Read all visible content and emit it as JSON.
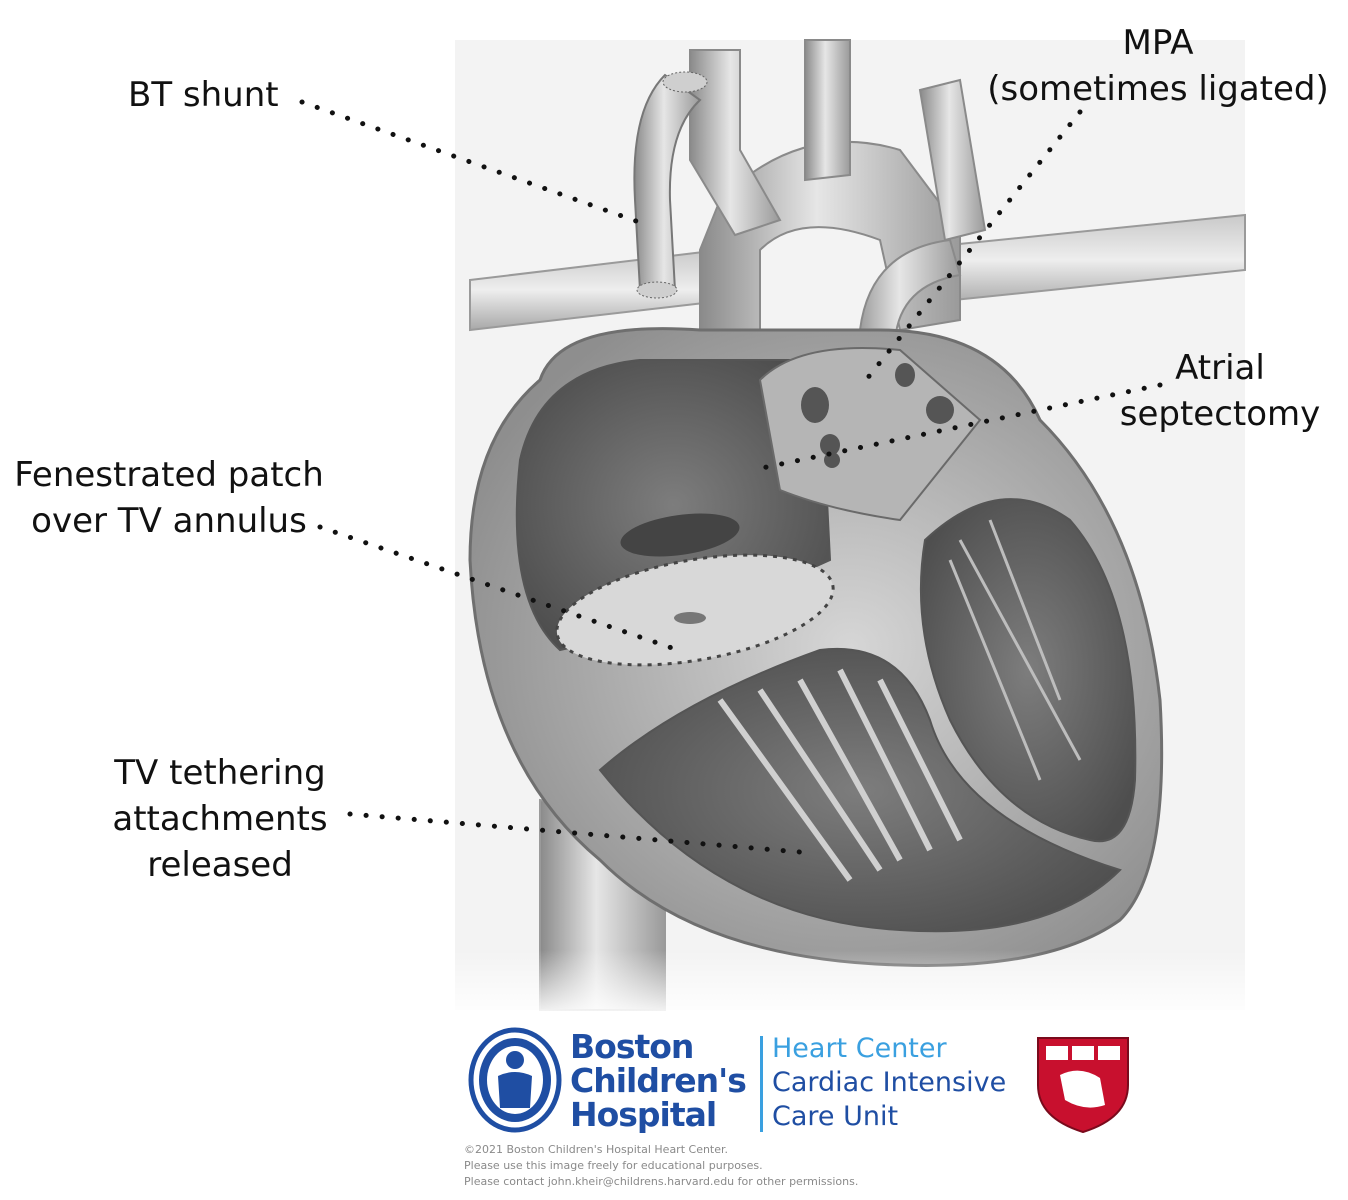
{
  "labels": {
    "bt_shunt": "BT shunt",
    "mpa_line1": "MPA",
    "mpa_line2": "(sometimes ligated)",
    "atrial_line1": "Atrial",
    "atrial_line2": "septectomy",
    "fenestrated_line1": "Fenestrated patch",
    "fenestrated_line2": "over TV annulus",
    "tv_line1": "TV tethering",
    "tv_line2": "attachments",
    "tv_line3": "released"
  },
  "logo": {
    "org_line1": "Boston",
    "org_line2": "Children's",
    "org_line3": "Hospital",
    "dept_line1": "Heart Center",
    "dept_line2": "Cardiac Intensive",
    "dept_line3": "Care Unit",
    "brand_color": "#1f4ea3",
    "accent_color": "#3aa0e0",
    "shield_color": "#c8102e"
  },
  "copyright": {
    "line1": "©2021 Boston Children's Hospital Heart Center.",
    "line2": "Please use this image freely for educational purposes.",
    "line3": "Please contact john.kheir@childrens.harvard.edu for other permissions."
  }
}
